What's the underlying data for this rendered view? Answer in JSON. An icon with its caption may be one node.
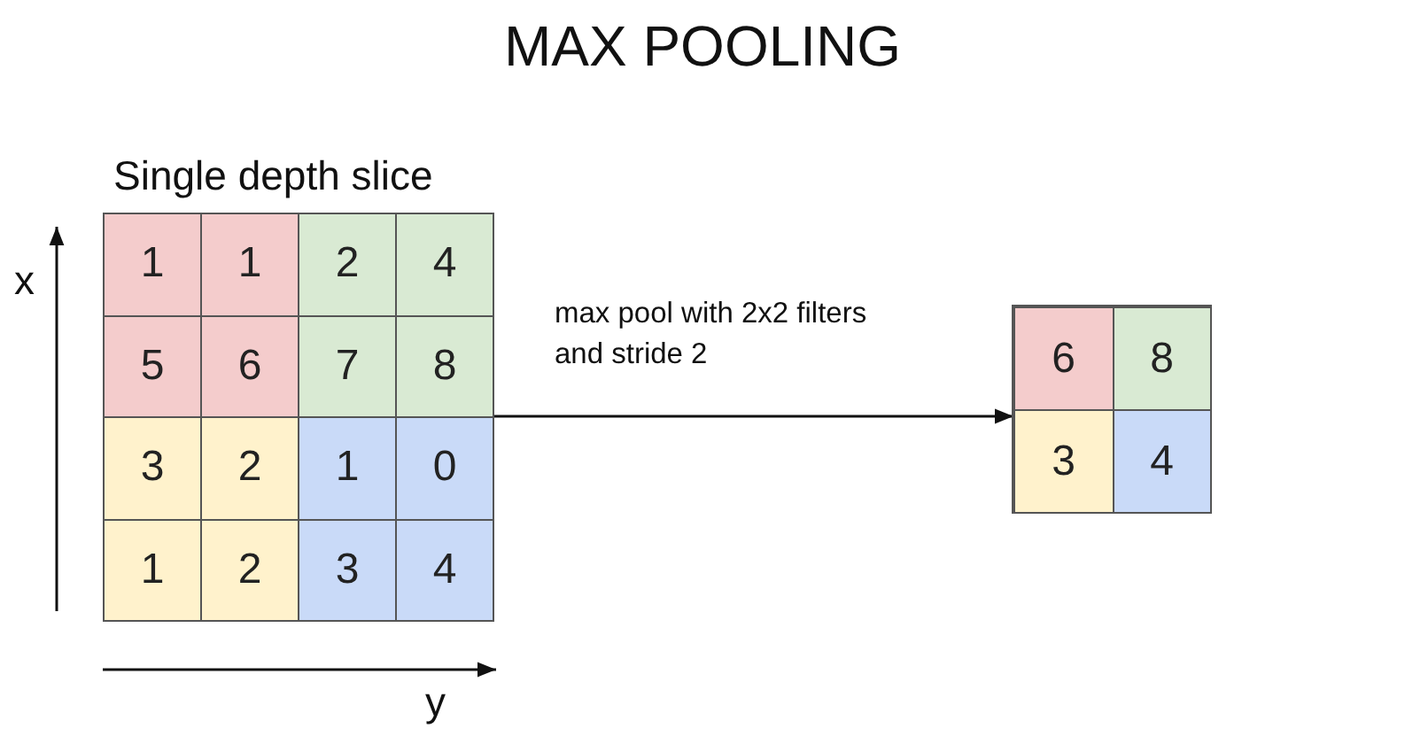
{
  "diagram": {
    "title": "MAX POOLING",
    "nodes": [
      {
        "text": [
          "Single depth slice"
        ]
      },
      {
        "text": [
          "1"
        ],
        "in": 0
      },
      {
        "text": [
          "1"
        ],
        "in": 0
      },
      {
        "text": [
          "2"
        ],
        "in": 0
      },
      {
        "text": [
          "4"
        ],
        "in": 0
      },
      {
        "text": [
          "5"
        ],
        "in": 0
      },
      {
        "text": [
          "6"
        ],
        "in": 0
      },
      {
        "text": [
          "7"
        ],
        "in": 0
      },
      {
        "text": [
          "8"
        ],
        "in": 0
      },
      {
        "text": [
          "3"
        ],
        "in": 0
      },
      {
        "text": [
          "2"
        ],
        "in": 0
      },
      {
        "text": [
          "1"
        ],
        "in": 0
      },
      {
        "text": [
          "0"
        ],
        "in": 0
      },
      {
        "text": [
          "1"
        ],
        "in": 0
      },
      {
        "text": [
          "2"
        ],
        "in": 0
      },
      {
        "text": [
          "3"
        ],
        "in": 0
      },
      {
        "text": [
          "4"
        ],
        "in": 0
      },
      {
        "text": [],
        "shape": "box"
      },
      {
        "text": [
          "6"
        ],
        "in": 17
      },
      {
        "text": [
          "8"
        ],
        "in": 17
      },
      {
        "text": [
          "3"
        ],
        "in": 17
      },
      {
        "text": [
          "4"
        ],
        "in": 17
      }
    ],
    "edges": [
      {
        "from": 0,
        "to": 17,
        "arrow": "to",
        "label": "max pool with 2x2 filters and stride 2"
      }
    ],
    "labels": [
      "x",
      "y"
    ]
  }
}
